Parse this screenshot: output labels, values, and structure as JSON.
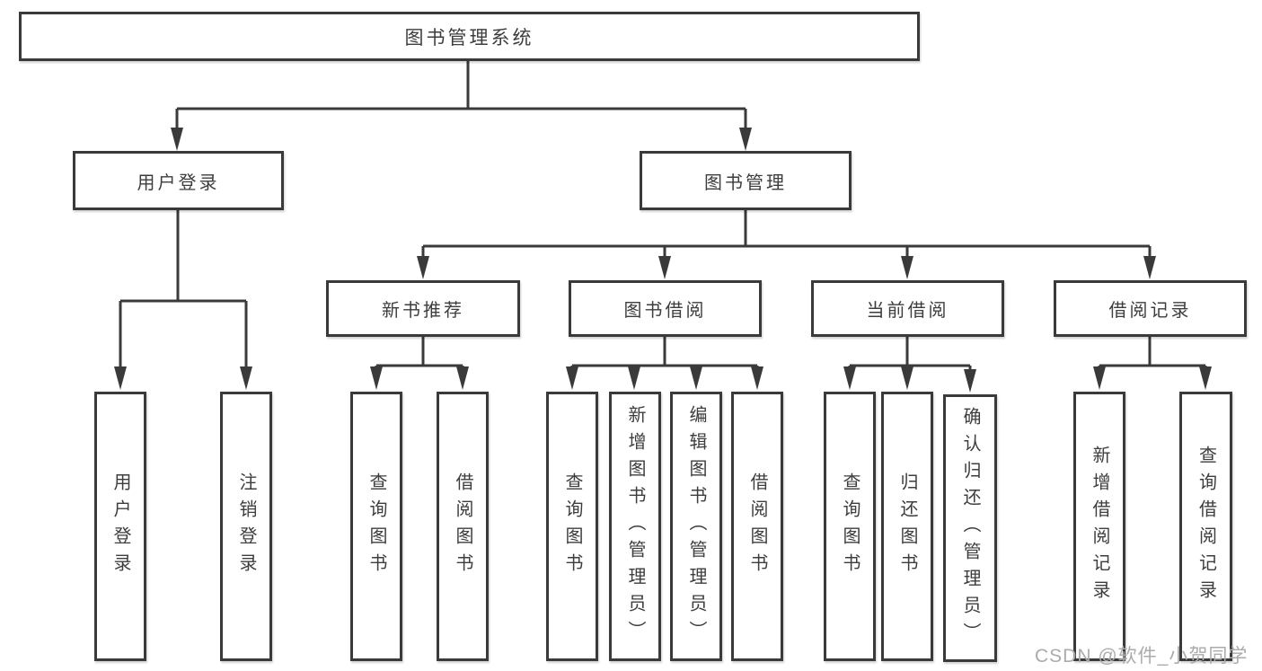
{
  "diagram": {
    "type": "hierarchy-tree",
    "nodes": {
      "root": {
        "label": "图书管理系统"
      },
      "user_login": {
        "label": "用户登录"
      },
      "book_management": {
        "label": "图书管理"
      },
      "new_book_recommend": {
        "label": "新书推荐"
      },
      "book_borrowing": {
        "label": "图书借阅"
      },
      "current_borrowing": {
        "label": "当前借阅"
      },
      "borrowing_records": {
        "label": "借阅记录"
      },
      "ul_user_login": {
        "label": "用户登录"
      },
      "ul_logout": {
        "label": "注销登录"
      },
      "nb_query_books": {
        "label": "查询图书"
      },
      "nb_borrow_books": {
        "label": "借阅图书"
      },
      "bb_query_books": {
        "label": "查询图书"
      },
      "bb_add_books": {
        "label": "新增图书（管理员）"
      },
      "bb_edit_books": {
        "label": "编辑图书（管理员）"
      },
      "bb_borrow_books": {
        "label": "借阅图书"
      },
      "cb_query_books": {
        "label": "查询图书"
      },
      "cb_return_books": {
        "label": "归还图书"
      },
      "cb_confirm_return": {
        "label": "确认归还（管理员）"
      },
      "br_add_record": {
        "label": "新增借阅记录"
      },
      "br_query_record": {
        "label": "查询借阅记录"
      }
    },
    "edges": [
      [
        "root",
        "user_login"
      ],
      [
        "root",
        "book_management"
      ],
      [
        "user_login",
        "ul_user_login"
      ],
      [
        "user_login",
        "ul_logout"
      ],
      [
        "book_management",
        "new_book_recommend"
      ],
      [
        "book_management",
        "book_borrowing"
      ],
      [
        "book_management",
        "current_borrowing"
      ],
      [
        "book_management",
        "borrowing_records"
      ],
      [
        "new_book_recommend",
        "nb_query_books"
      ],
      [
        "new_book_recommend",
        "nb_borrow_books"
      ],
      [
        "book_borrowing",
        "bb_query_books"
      ],
      [
        "book_borrowing",
        "bb_add_books"
      ],
      [
        "book_borrowing",
        "bb_edit_books"
      ],
      [
        "book_borrowing",
        "bb_borrow_books"
      ],
      [
        "current_borrowing",
        "cb_query_books"
      ],
      [
        "current_borrowing",
        "cb_return_books"
      ],
      [
        "current_borrowing",
        "cb_confirm_return"
      ],
      [
        "borrowing_records",
        "br_add_record"
      ],
      [
        "borrowing_records",
        "br_query_record"
      ]
    ],
    "colors": {
      "line": "#3a3a3a",
      "box_border": "#3a3a3a",
      "box_background": "#ffffff",
      "text": "#3d3d3d",
      "background": "#ffffff",
      "watermark": "#ababab"
    }
  },
  "watermark": {
    "text": "CSDN @软件_小贺同学"
  }
}
